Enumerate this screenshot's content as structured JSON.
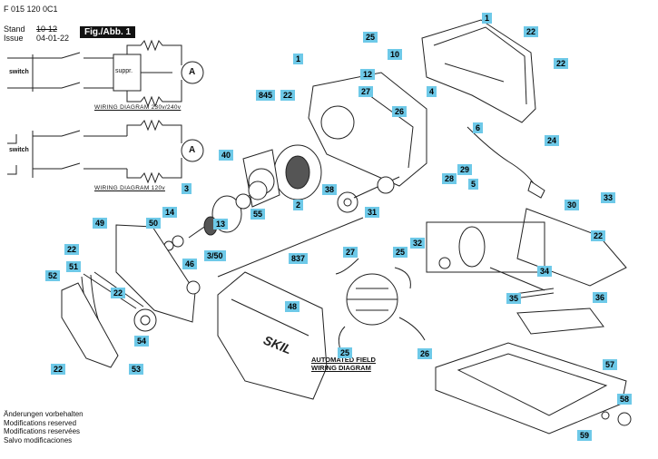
{
  "header": {
    "doc_number": "F 015 120 0C1",
    "stand_label": "Stand",
    "issue_label": "Issue",
    "stand_value_struck": "10-12",
    "issue_date": "04-01-22",
    "figure_label": "Fig./Abb. 1"
  },
  "wiring": {
    "top": {
      "switch_label": "switch",
      "suppressor_label": "suppr.",
      "motor_symbol": "A",
      "caption": "WIRING DIAGRAM 230v/240v"
    },
    "bottom": {
      "switch_label": "switch",
      "motor_symbol": "A",
      "caption": "WIRING DIAGRAM 120v"
    }
  },
  "field_wiring": {
    "line1": "AUTOMATED FIELD",
    "line2": "WIRING DIAGRAM"
  },
  "brand_mark": "SKIL",
  "footer_notes": [
    "Änderungen vorbehalten",
    "Modifications reserved",
    "Modifications reservées",
    "Salvo modificaciones"
  ],
  "part_labels": [
    {
      "id": "p1a",
      "text": "1"
    },
    {
      "id": "p22a",
      "text": "22"
    },
    {
      "id": "p22b",
      "text": "22"
    },
    {
      "id": "p25a",
      "text": "25"
    },
    {
      "id": "p10",
      "text": "10"
    },
    {
      "id": "p12",
      "text": "12"
    },
    {
      "id": "p1b",
      "text": "1"
    },
    {
      "id": "p27a",
      "text": "27"
    },
    {
      "id": "p4",
      "text": "4"
    },
    {
      "id": "p26a",
      "text": "26"
    },
    {
      "id": "p845",
      "text": "845"
    },
    {
      "id": "p22c",
      "text": "22"
    },
    {
      "id": "p6",
      "text": "6"
    },
    {
      "id": "p24",
      "text": "24"
    },
    {
      "id": "p40",
      "text": "40"
    },
    {
      "id": "p29",
      "text": "29"
    },
    {
      "id": "p28",
      "text": "28"
    },
    {
      "id": "p5",
      "text": "5"
    },
    {
      "id": "p3",
      "text": "3"
    },
    {
      "id": "p2",
      "text": "2"
    },
    {
      "id": "p38",
      "text": "38"
    },
    {
      "id": "p31",
      "text": "31"
    },
    {
      "id": "p14",
      "text": "14"
    },
    {
      "id": "p55",
      "text": "55"
    },
    {
      "id": "p13",
      "text": "13"
    },
    {
      "id": "p49",
      "text": "49"
    },
    {
      "id": "p50",
      "text": "50"
    },
    {
      "id": "p3_50",
      "text": "3/50"
    },
    {
      "id": "p22d",
      "text": "22"
    },
    {
      "id": "p30",
      "text": "30"
    },
    {
      "id": "p33",
      "text": "33"
    },
    {
      "id": "p22e",
      "text": "22"
    },
    {
      "id": "p32",
      "text": "32"
    },
    {
      "id": "p27b",
      "text": "27"
    },
    {
      "id": "p25b",
      "text": "25"
    },
    {
      "id": "p837",
      "text": "837"
    },
    {
      "id": "p46",
      "text": "46"
    },
    {
      "id": "p34",
      "text": "34"
    },
    {
      "id": "p51",
      "text": "51"
    },
    {
      "id": "p52",
      "text": "52"
    },
    {
      "id": "p35",
      "text": "35"
    },
    {
      "id": "p22f",
      "text": "22"
    },
    {
      "id": "p48",
      "text": "48"
    },
    {
      "id": "p36",
      "text": "36"
    },
    {
      "id": "p54",
      "text": "54"
    },
    {
      "id": "p53",
      "text": "53"
    },
    {
      "id": "p22g",
      "text": "22"
    },
    {
      "id": "p25c",
      "text": "25"
    },
    {
      "id": "p26b",
      "text": "26"
    },
    {
      "id": "p57",
      "text": "57"
    },
    {
      "id": "p58",
      "text": "58"
    },
    {
      "id": "p59",
      "text": "59"
    }
  ]
}
